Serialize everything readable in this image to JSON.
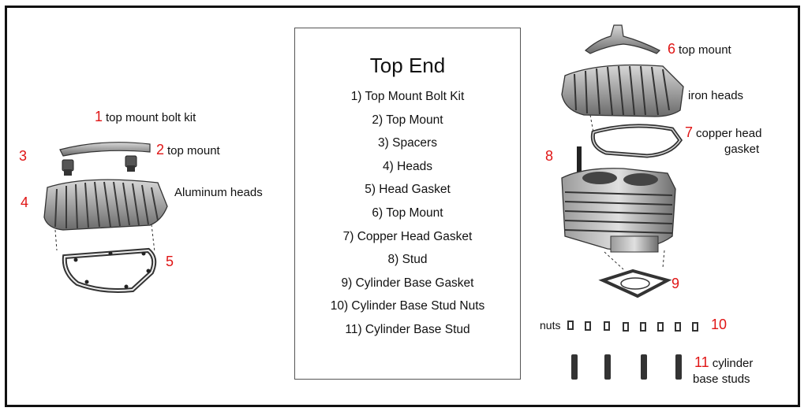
{
  "legend": {
    "title": "Top End",
    "items": [
      "1)    Top Mount Bolt Kit",
      "2)    Top Mount",
      "3)    Spacers",
      "4)    Heads",
      "5)    Head Gasket",
      "6)    Top Mount",
      "7)    Copper Head Gasket",
      "8)    Stud",
      "9)    Cylinder Base Gasket",
      "10) Cylinder Base Stud Nuts",
      "11) Cylinder Base Stud"
    ]
  },
  "left": {
    "n1": "1",
    "l1": "top mount bolt kit",
    "n2": "2",
    "l2": "top mount",
    "n3": "3",
    "n4": "4",
    "l4": "Aluminum heads",
    "n5": "5"
  },
  "right": {
    "n6": "6",
    "l6": "top mount",
    "l_iron": "iron heads",
    "n7": "7",
    "l7a": "copper head",
    "l7b": "gasket",
    "n8": "8",
    "n9": "9",
    "l_nuts": "nuts",
    "n10": "10",
    "n11": "11",
    "l11a": "cylinder",
    "l11b": "base studs"
  }
}
